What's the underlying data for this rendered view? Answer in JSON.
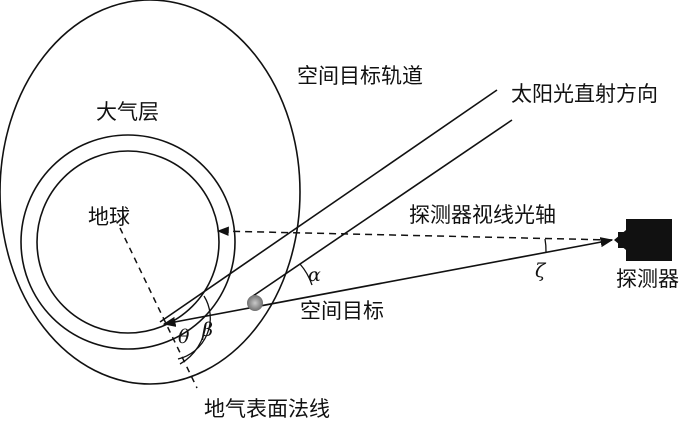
{
  "diagram": {
    "labels": {
      "orbit": "空间目标轨道",
      "sun_direction": "太阳光直射方向",
      "atmosphere": "大气层",
      "earth": "地球",
      "sensor_axis": "探测器视线光轴",
      "detector": "探测器",
      "space_target": "空间目标",
      "surface_normal": "地气表面法线"
    },
    "angles": {
      "alpha": "α",
      "zeta": "ζ",
      "theta": "θ",
      "beta": "β"
    }
  }
}
